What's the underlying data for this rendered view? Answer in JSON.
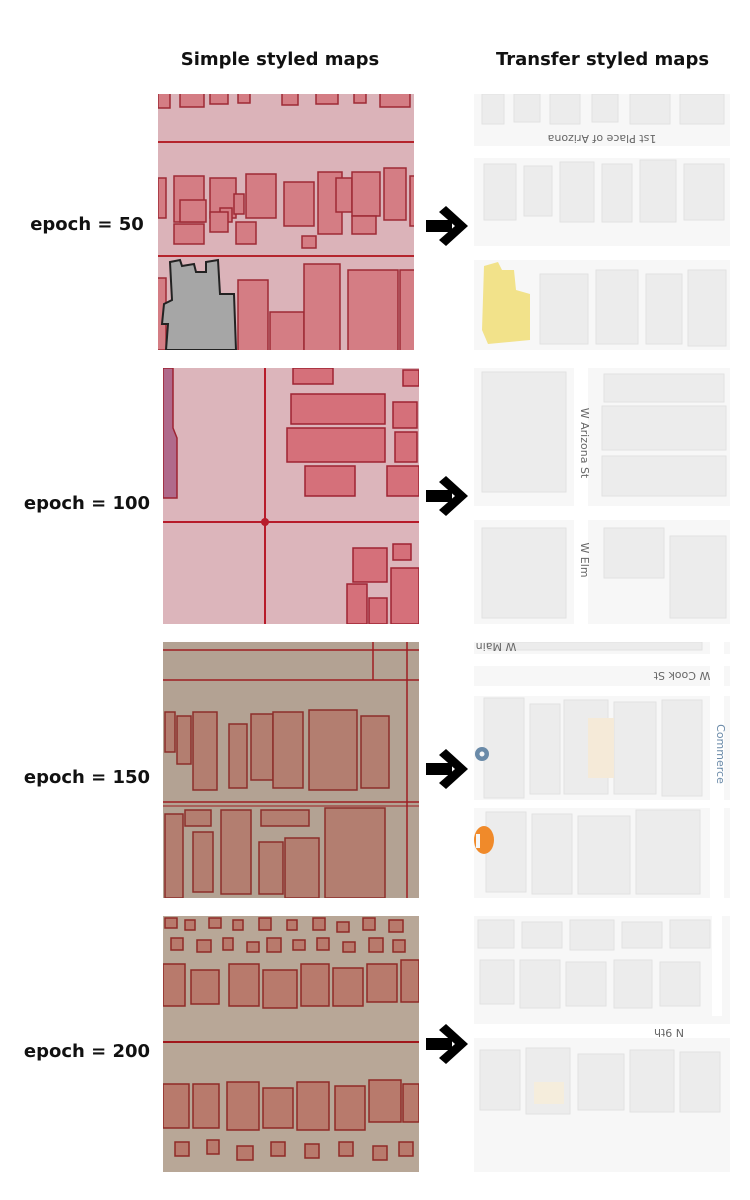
{
  "headers": {
    "simple": "Simple styled maps",
    "transfer": "Transfer styled maps"
  },
  "rows": [
    {
      "epoch_label": "epoch = 50",
      "simple_style": {
        "background": "#dbb3b9",
        "fill": "#d47d84",
        "stroke": "#9e2a35",
        "road": "#b5242c"
      },
      "highlight": {
        "fill": "#a6a6a6",
        "stroke": "#222222"
      },
      "transfer_highlight": {
        "color": "#f2e28a"
      },
      "street_text": "1st Place of Arizona"
    },
    {
      "epoch_label": "epoch = 100",
      "simple_style": {
        "background": "#dcb5bb",
        "fill": "#d5707a",
        "stroke": "#9e2332",
        "road": "#b71b2a"
      },
      "highlight": {
        "fill": "#b06a8b"
      },
      "street_texts": [
        "W Arizona St",
        "W Elm"
      ]
    },
    {
      "epoch_label": "epoch = 150",
      "simple_style": {
        "background": "#b3a293",
        "fill": "#b37e70",
        "stroke": "#8c2e2a",
        "road": "#9e1e22"
      },
      "street_texts": [
        "W Main",
        "W Cook St",
        "Commerce"
      ],
      "markers": {
        "pin": "#6a8aa8",
        "highlight": "#f08a2a"
      }
    },
    {
      "epoch_label": "epoch = 200",
      "simple_style": {
        "background": "#b8a797",
        "fill": "#b87a6c",
        "stroke": "#8f2a26",
        "road": "#a1181c"
      },
      "street_text": "N 9th"
    }
  ],
  "transfer_style": {
    "background": "#f7f7f7",
    "building": "#ececec",
    "outline": "#e2e2e2",
    "road": "#ffffff",
    "label": "#666666"
  }
}
